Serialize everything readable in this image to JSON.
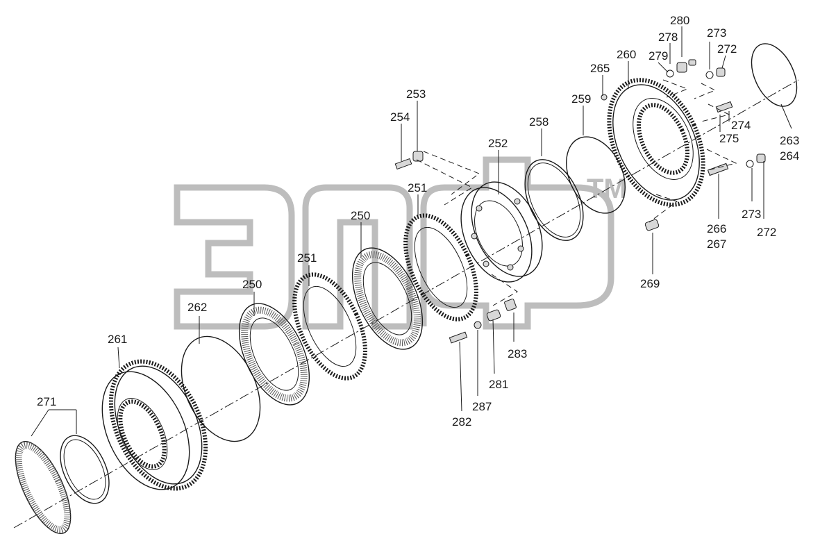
{
  "watermark": {
    "tm": "TM"
  },
  "labels": {
    "l250a": "250",
    "l250b": "250",
    "l251a": "251",
    "l251b": "251",
    "l252": "252",
    "l253": "253",
    "l254": "254",
    "l258": "258",
    "l259": "259",
    "l260": "260",
    "l261": "261",
    "l262": "262",
    "l263": "263",
    "l264": "264",
    "l265": "265",
    "l266": "266",
    "l267": "267",
    "l269": "269",
    "l271": "271",
    "l272a": "272",
    "l272b": "272",
    "l273a": "273",
    "l273b": "273",
    "l274": "274",
    "l275": "275",
    "l278": "278",
    "l279": "279",
    "l280": "280",
    "l281": "281",
    "l282": "282",
    "l283": "283",
    "l287": "287"
  }
}
